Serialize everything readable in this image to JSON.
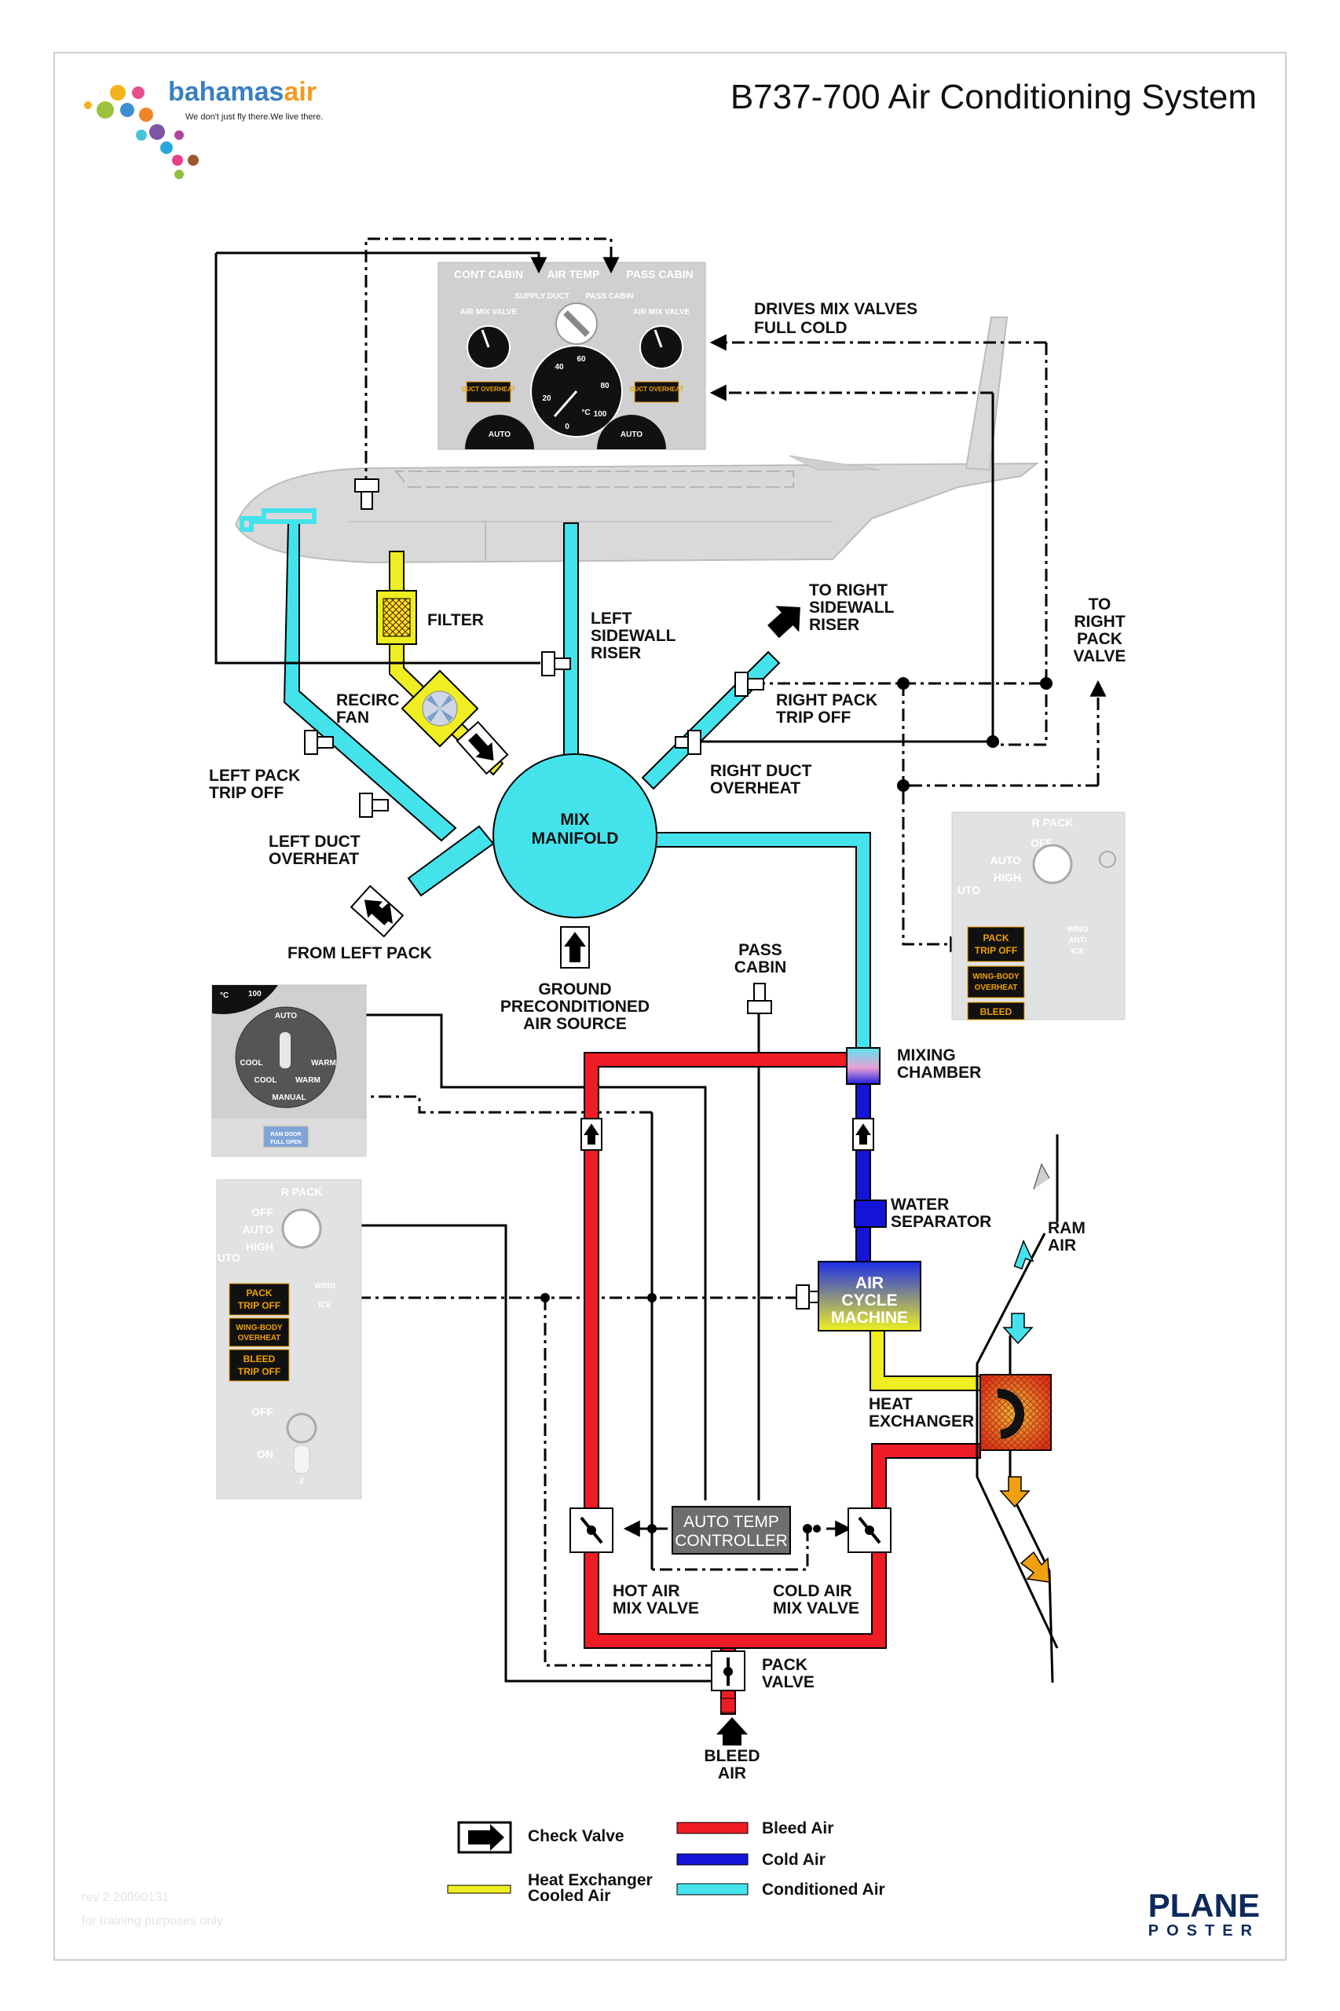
{
  "title": "B737-700 Air Conditioning System",
  "logo": {
    "name_part1": "bahamas",
    "name_part2": "air",
    "tagline": "We don't just fly there.We live there."
  },
  "publisher": {
    "line1": "PLANE",
    "line2": "POSTER"
  },
  "footer": {
    "revision": "rev 2 20090131",
    "note": "for training purposes only"
  },
  "overhead_panel": {
    "header_left": "CONT CABIN",
    "header_center": "AIR TEMP",
    "header_right": "PASS CABIN",
    "supply_duct": "SUPPLY DUCT",
    "pass_cabin": "PASS CABIN",
    "gauge_left_label": "AIR MIX VALVE",
    "gauge_right_label": "AIR MIX VALVE",
    "duct_overheat": "DUCT OVERHEAT",
    "auto": "AUTO",
    "dial_ticks": [
      "20",
      "40",
      "60",
      "80",
      "100",
      "0"
    ],
    "dial_unit": "°C"
  },
  "labels": {
    "drives_mix_valves": [
      "DRIVES MIX VALVES",
      "FULL COLD"
    ],
    "filter": "FILTER",
    "recirc_fan": [
      "RECIRC",
      "FAN"
    ],
    "left_sidewall_riser": [
      "LEFT",
      "SIDEWALL",
      "RISER"
    ],
    "to_right_sidewall_riser": [
      "TO RIGHT",
      "SIDEWALL",
      "RISER"
    ],
    "to_right_pack_valve": [
      "TO",
      "RIGHT",
      "PACK",
      "VALVE"
    ],
    "right_pack_trip_off": [
      "RIGHT PACK",
      "TRIP OFF"
    ],
    "right_duct_overheat": [
      "RIGHT DUCT",
      "OVERHEAT"
    ],
    "left_pack_trip_off": [
      "LEFT PACK",
      "TRIP OFF"
    ],
    "left_duct_overheat": [
      "LEFT DUCT",
      "OVERHEAT"
    ],
    "mix_manifold": [
      "MIX",
      "MANIFOLD"
    ],
    "from_left_pack": "FROM LEFT PACK",
    "ground_air": [
      "GROUND",
      "PRECONDITIONED",
      "AIR SOURCE"
    ],
    "pass_cabin": [
      "PASS",
      "CABIN"
    ],
    "mixing_chamber": [
      "MIXING",
      "CHAMBER"
    ],
    "water_separator": [
      "WATER",
      "SEPARATOR"
    ],
    "ram_air": [
      "RAM",
      "AIR"
    ],
    "air_cycle_machine": [
      "AIR",
      "CYCLE",
      "MACHINE"
    ],
    "heat_exchanger": [
      "HEAT",
      "EXCHANGER"
    ],
    "auto_temp_controller": [
      "AUTO TEMP",
      "CONTROLLER"
    ],
    "hot_air_mix_valve": [
      "HOT AIR",
      "MIX VALVE"
    ],
    "cold_air_mix_valve": [
      "COLD AIR",
      "MIX VALVE"
    ],
    "pack_valve": [
      "PACK",
      "VALVE"
    ],
    "bleed_air": [
      "BLEED",
      "AIR"
    ]
  },
  "r_pack_panel_top": {
    "title": "R PACK",
    "off": "OFF",
    "auto": "AUTO",
    "high": "HIGH",
    "uto": "UTO",
    "pack_trip_off": [
      "PACK",
      "TRIP OFF"
    ],
    "wing_body_overheat": [
      "WING-BODY",
      "OVERHEAT"
    ],
    "bleed": "BLEED",
    "wing_anti_ice": [
      "WING",
      "ANTI",
      "ICE"
    ]
  },
  "temp_selector_panel": {
    "auto": "AUTO",
    "cool": "COOL",
    "warm": "WARM",
    "manual": "MANUAL",
    "ram_door": [
      "RAM DOOR",
      "FULL OPEN"
    ],
    "dial_unit": "°C",
    "dial_value": "100"
  },
  "r_pack_panel_bottom": {
    "title": "R PACK",
    "off": "OFF",
    "auto": "AUTO",
    "high": "HIGH",
    "uto": "UTO",
    "pack_trip_off": [
      "PACK",
      "TRIP OFF"
    ],
    "wing_body_overheat": [
      "WING-BODY",
      "OVERHEAT"
    ],
    "bleed_trip_off": [
      "BLEED",
      "TRIP OFF"
    ],
    "wing": "WING",
    "ice": "ICE",
    "off2": "OFF",
    "on": "ON",
    "engine": "2"
  },
  "legend": {
    "check_valve": "Check Valve",
    "heat_exchanger_cooled_air": [
      "Heat Exchanger",
      "Cooled Air"
    ],
    "bleed_air": "Bleed Air",
    "cold_air": "Cold Air",
    "conditioned_air": "Conditioned Air"
  },
  "colors": {
    "bleed": "#ee1c24",
    "cold": "#1414d8",
    "conditioned": "#44e3ec",
    "cooled": "#eeee22",
    "panel_gray": "#cfd0d2",
    "fuselage": "#d9d9d9",
    "logo_blue": "#3a7fc1",
    "logo_orange": "#f39a1f"
  }
}
